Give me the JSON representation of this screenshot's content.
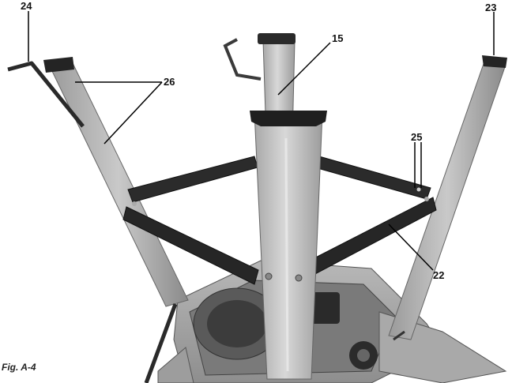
{
  "figure": {
    "caption": "Fig. A-4",
    "callouts": [
      {
        "id": "c24",
        "text": "24"
      },
      {
        "id": "c23",
        "text": "23"
      },
      {
        "id": "c15",
        "text": "15"
      },
      {
        "id": "c26",
        "text": "26"
      },
      {
        "id": "c25",
        "text": "25"
      },
      {
        "id": "c22",
        "text": "22"
      }
    ]
  }
}
